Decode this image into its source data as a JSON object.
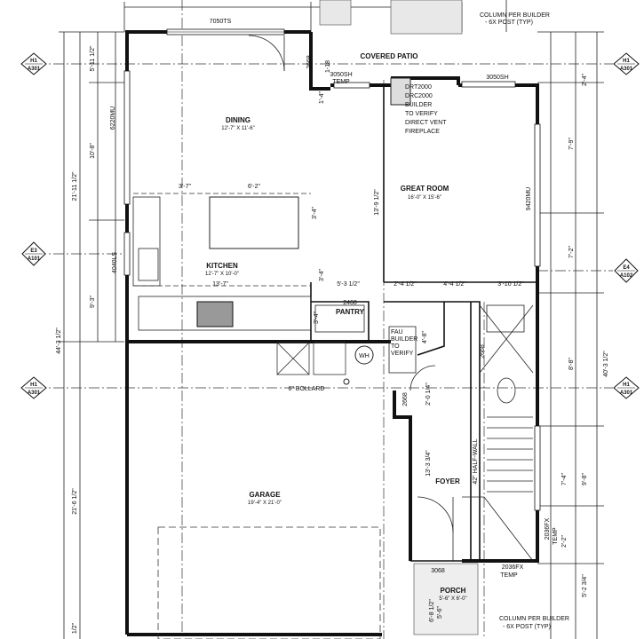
{
  "rooms": {
    "dining": {
      "name": "DINING",
      "size": "12'-7\" X 11'-6\""
    },
    "great_room": {
      "name": "GREAT ROOM",
      "size": "16'-0\" X 15'-6\""
    },
    "kitchen": {
      "name": "KITCHEN",
      "size": "12'-7\" X 10'-0\""
    },
    "pantry": {
      "name": "PANTRY"
    },
    "garage": {
      "name": "GARAGE",
      "size": "19'-4\" X 21'-0\""
    },
    "foyer": {
      "name": "FOYER"
    },
    "porch": {
      "name": "PORCH",
      "size": "5'-6\" X 6'-0\""
    },
    "covered_patio": {
      "name": "COVERED PATIO"
    }
  },
  "windows": {
    "top": "7050TS",
    "patio_left": "3050SH",
    "patio_temp": "TEMP",
    "patio_right": "3050SH",
    "dining_left": "6220MU",
    "great_right": "9420MU",
    "kitchen_left": "4040LS",
    "stair_a": "2036FX",
    "stair_temp_a": "TEMP",
    "stair_b": "2036FX",
    "stair_temp_b": "TEMP"
  },
  "doors": {
    "patio_a": "2668",
    "patio_b": "1-18",
    "pantry": "2468",
    "foyer_a": "2668",
    "foyer_b": "2668",
    "porch": "3068"
  },
  "notes": {
    "column_top": "COLUMN PER BUILDER",
    "column_top_b": "- 6X POST (TYP)",
    "column_bottom": "COLUMN PER BUILDER",
    "column_bottom_b": "- 6X POST (TYP)",
    "fireplace": [
      "DRT2000",
      "DRC2000",
      "BUILDER",
      "TO VERIFY",
      "DIRECT VENT",
      "FIREPLACE"
    ],
    "fau": [
      "FAU",
      "BUILDER",
      "TO",
      "VERIFY"
    ],
    "wh": "WH",
    "bollard": "6\" BOLLARD",
    "half_wall": "42\" HALF-WALL"
  },
  "dimensions": {
    "kitchen_a": "3'-7\"",
    "kitchen_b": "6'-2\"",
    "kitchen_c": "3'-4\"",
    "kitchen_total": "13'-7\"",
    "island_depth": "3'-4\"",
    "pantry_w": "5'-3 1/2\"",
    "pantry_d": "3'-4\"",
    "hall_a": "2'-4 1/2\"",
    "hall_b": "4'-4 1/2\"",
    "hall_c": "3'-10 1/2\"",
    "great_depth": "13'-9 1/2\"",
    "foyer_a": "2'-0 1/4\"",
    "foyer_b": "13'-3 3/4\"",
    "foyer_c": "4'-8\"",
    "left_a": "5'-11 1/2\"",
    "left_b": "10'-8\"",
    "left_c": "9'-3\"",
    "left_total": "21'-11 1/2\"",
    "left_lower": "21'-6 1/2\"",
    "left_overall": "44'-3 1/2\"",
    "left_bottom": "1/2\"",
    "right_a": "7'-9\"",
    "right_b": "7'-2\"",
    "right_c": "8'-8\"",
    "right_d": "7'-4\"",
    "right_e": "9'-8\"",
    "right_f": "2'-2\"",
    "right_g": "5'-2 3/4\"",
    "right_overall": "40'-3 1/2\"",
    "porch_a": "6'-8 1/2\"",
    "porch_b": "5'-6\"",
    "small_a": "1'-4\"",
    "small_b": "2'-4\""
  },
  "section_markers": [
    {
      "id": "H1",
      "sheet": "A301"
    },
    {
      "id": "H1",
      "sheet": "A301"
    },
    {
      "id": "E3",
      "sheet": "A101"
    },
    {
      "id": "E4",
      "sheet": "A102"
    },
    {
      "id": "H1",
      "sheet": "A301"
    },
    {
      "id": "H1",
      "sheet": "A301"
    }
  ]
}
